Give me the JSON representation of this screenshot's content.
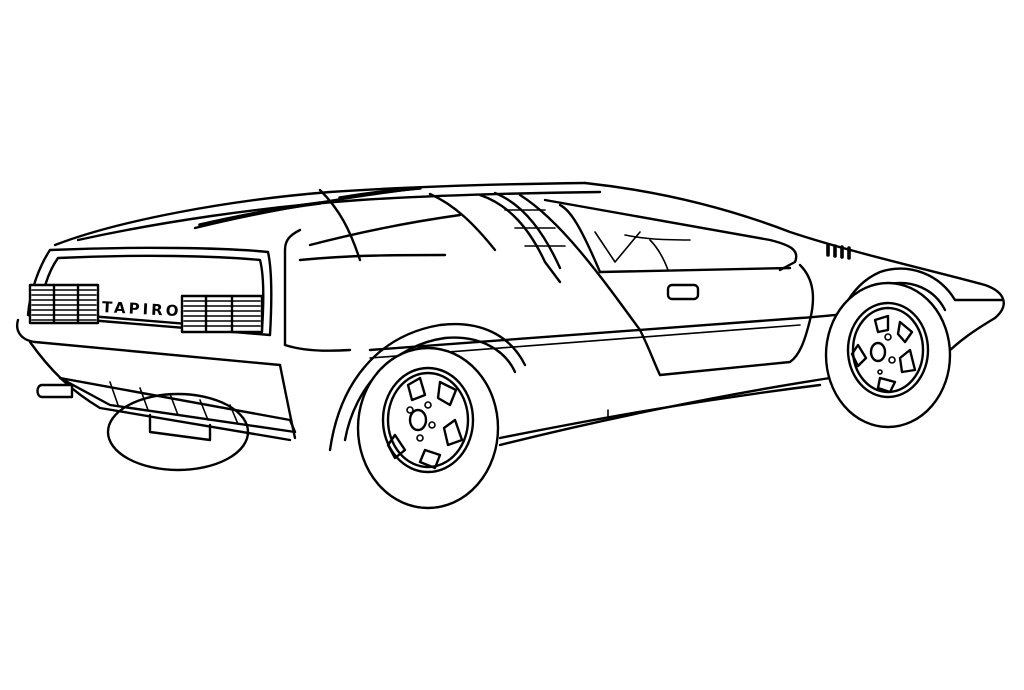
{
  "image": {
    "type": "line-art coloring page",
    "subject": "sports car (rear three-quarter view)",
    "background_color": "#ffffff",
    "line_color": "#000000"
  },
  "car": {
    "rear_badge": "TAPIRO",
    "parts": [
      "rear-lights",
      "rear-badge",
      "exhaust-pipe",
      "rear-diffuser",
      "rear-wheel",
      "front-wheel",
      "door",
      "door-handle",
      "windows",
      "hood-louvers",
      "side-vents",
      "front-nose"
    ]
  }
}
